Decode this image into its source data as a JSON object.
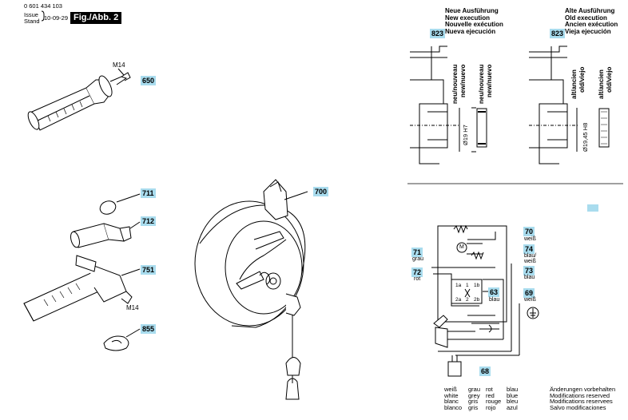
{
  "header": {
    "part_number": "0 601 434 103",
    "issue_label": "Issue",
    "stand_label": "Stand",
    "date": "10-09-29",
    "figure": "Fig./Abb. 2"
  },
  "parts": [
    {
      "id": "650"
    },
    {
      "id": "711"
    },
    {
      "id": "712"
    },
    {
      "id": "751"
    },
    {
      "id": "855"
    },
    {
      "id": "700"
    }
  ],
  "thread_label": "M14",
  "thread_label_2": "M14",
  "new_execution": {
    "ref": "823",
    "lines": [
      "Neue Ausführung",
      "New execution",
      "Nouvelle exécution",
      "Nueva ejecución"
    ],
    "vertical": [
      "neu/nouveau",
      "new/nuevo"
    ],
    "vertical2": [
      "neu/nouveau",
      "new/nuevo"
    ],
    "dimension": "Ø19 H7"
  },
  "old_execution": {
    "ref": "823",
    "lines": [
      "Alte Ausführung",
      "Old execution",
      "Ancien exécution",
      "Vieja ejecución"
    ],
    "vertical": [
      "alt/ancien",
      "old/viejo"
    ],
    "vertical2": [
      "alt/ancien",
      "old/viejo"
    ],
    "dimension": "Ø19,45 H8"
  },
  "wiring": {
    "tag_70": "70",
    "tag_70_color": "weiß",
    "tag_74": "74",
    "tag_74_color": "blau/",
    "tag_74_color2": "weiß",
    "tag_71": "71",
    "tag_71_color": "grau",
    "tag_72": "72",
    "tag_72_color": "rot",
    "tag_73": "73",
    "tag_73_color": "blau",
    "tag_63": "63",
    "tag_63_color": "blau",
    "tag_69": "69",
    "tag_69_color": "weiß",
    "tag_68": "68",
    "switch_labels": [
      "1a",
      "1",
      "1b",
      "2a",
      "2",
      "2b"
    ],
    "motor": "M"
  },
  "color_legend": {
    "rows": [
      [
        "weiß",
        "grau",
        "rot",
        "blau"
      ],
      [
        "white",
        "grey",
        "red",
        "blue"
      ],
      [
        "blanc",
        "gris",
        "rouge",
        "bleu"
      ],
      [
        "blanco",
        "gris",
        "rojo",
        "azul"
      ]
    ]
  },
  "notice": [
    "Änderungen vorbehalten",
    "Modifications reserved",
    "Modifications reservees",
    "Salvo modificaciones"
  ],
  "colors": {
    "tag_bg": "#a9dcee",
    "ink": "#000000"
  }
}
